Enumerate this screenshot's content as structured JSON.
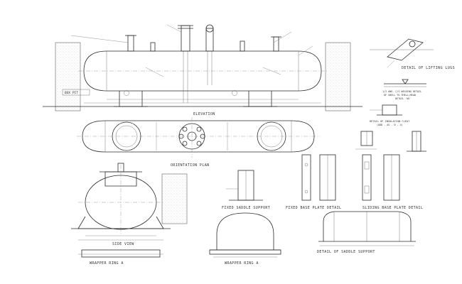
{
  "views": {
    "elevation": "ELEVATION",
    "orientation_plan": "ORIENTATION PLAN",
    "side_view": "SIDE VIEW",
    "fixed_saddle_support": "FIXED SADDLE SUPPORT",
    "fixed_base_plate_detail": "FIXED BASE PLATE DETAIL",
    "sliding_base_plate_detail": "SLIDING BASE PLATE DETAIL",
    "wrapper_ring_a": "WRAPPER RING A",
    "wrapper_ring_b": "WRAPPER RING A",
    "detail_saddle_support": "DETAIL OF SADDLE SUPPORT",
    "detail_lifting_lugs": "DETAIL OF LIFTING LUGS",
    "detail_insulation_cleat": "DETAIL OF INSULATION CLEAT",
    "detail_insulation_cleat_ref": "(ADD - AS - 0 - 4)",
    "welding_detail_line1": "1/2 ANG. C/S WELDING DETAIL",
    "welding_detail_line2": "OF SHELL TO SHELL/HEAD",
    "welding_detail_line3": "DETAIL 'W1'",
    "box_label": "BOX PIT"
  },
  "colors": {
    "ink": "#2b2b2b",
    "paper": "#ffffff",
    "hatch": "#8a8a8a"
  }
}
